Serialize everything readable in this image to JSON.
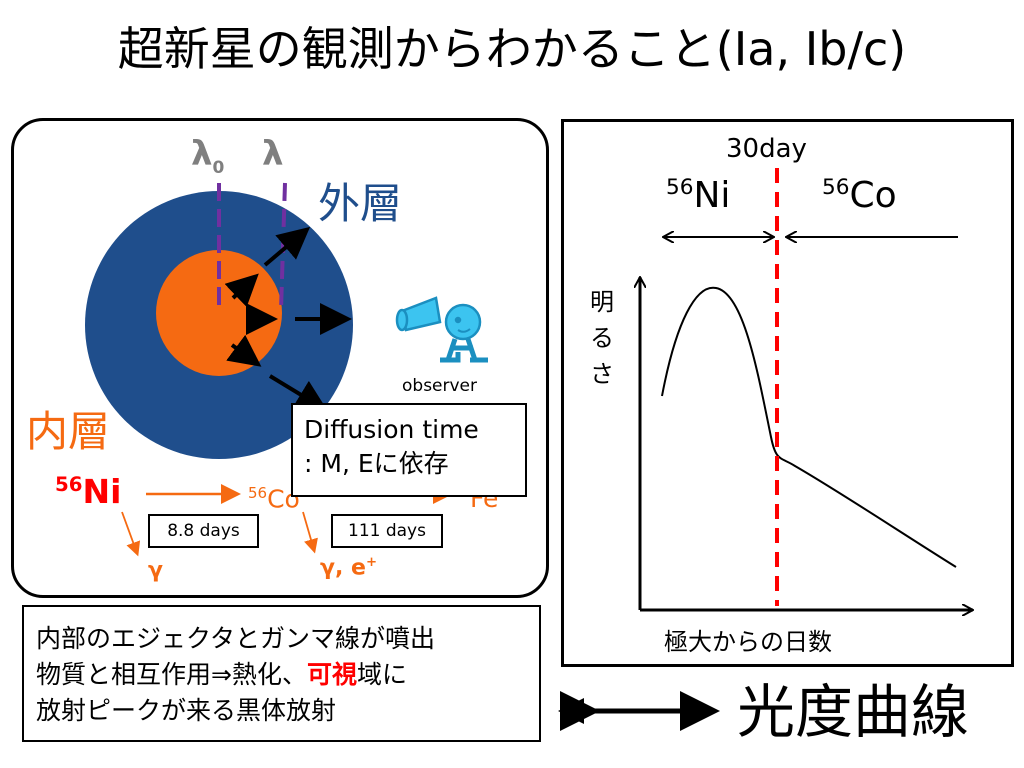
{
  "title": "超新星の観測からわかること(Ia, Ib/c)",
  "left": {
    "outer_layer": "外層",
    "inner_layer": "内層",
    "lambda0_base": "λ",
    "lambda0_sub": "0",
    "lambda": "λ",
    "observer": "observer",
    "diffusion_line1": "Diffusion time",
    "diffusion_line2": ": M, Eに依存",
    "decay": {
      "ni_mass": "56",
      "ni_symbol": "Ni",
      "co_mass": "56",
      "co_symbol": "Co",
      "fe_symbol": "Fe",
      "t1": "8.8 days",
      "t2": "111 days",
      "gamma1": "γ",
      "gamma2": "γ, e",
      "gamma2_sup": "+"
    }
  },
  "right": {
    "marker": "30day",
    "ni_mass": "56",
    "ni_symbol": "Ni",
    "co_mass": "56",
    "co_symbol": "Co",
    "ylabel": "明るさ",
    "xlabel": "極大からの日数"
  },
  "bottom": {
    "line1": "内部のエジェクタとガンマ線が噴出",
    "line2_pre": "物質と相互作用⇒熱化、",
    "line2_em": "可視",
    "line2_post": "域に",
    "line3": "放射ピークが来る黒体放射"
  },
  "light_curve_label": "光度曲線",
  "colors": {
    "outer_layer": "#1f4e8c",
    "inner_layer": "#f56a12",
    "red": "#ff0000",
    "purple": "#7030a0",
    "observer": "#3cc4f0"
  }
}
